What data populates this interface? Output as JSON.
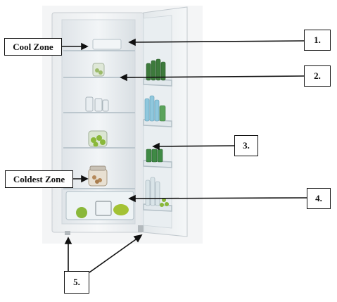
{
  "zones": {
    "cool": "Cool Zone",
    "coldest": "Coldest Zone"
  },
  "callouts": {
    "c1": "1.",
    "c2": "2.",
    "c3": "3.",
    "c4": "4.",
    "c5": "5."
  },
  "colors": {
    "cabinet": "#f3f4f5",
    "interior": "#e6eaed",
    "shelf_edge": "#c9d3d9",
    "bottle_green": "#3d7a3c",
    "bottle_blue": "#8fc7dd",
    "fruit": "#8ab83a",
    "leader": "#111111"
  }
}
